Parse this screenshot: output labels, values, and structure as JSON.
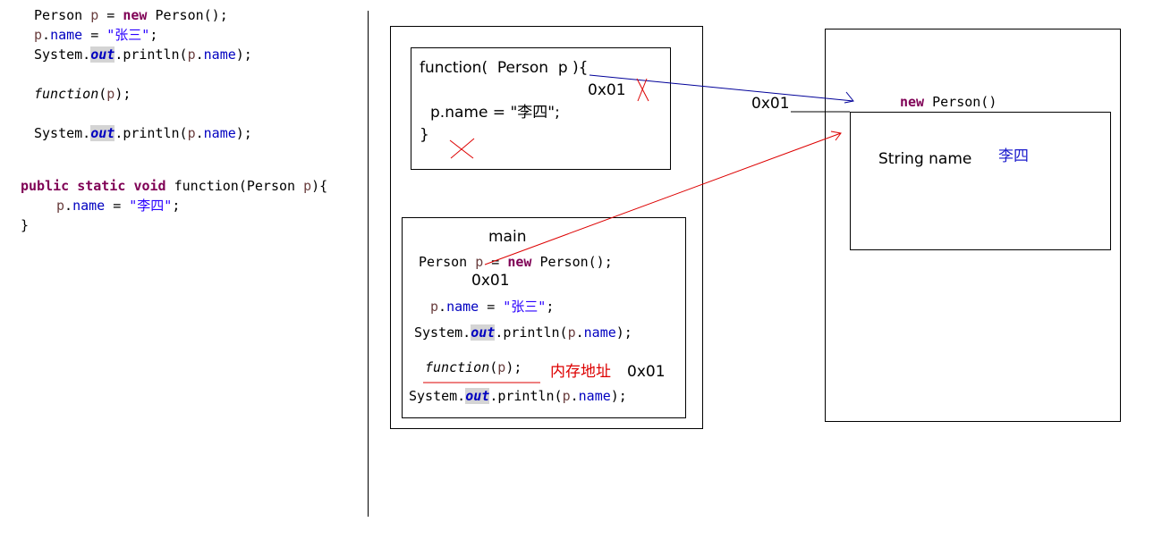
{
  "left_code": {
    "line1": {
      "type": "Person",
      "var": "p",
      "op": " = ",
      "kw_new": "new",
      "ctor": " Person();"
    },
    "line2": {
      "obj": "p",
      "dot": ".",
      "field": "name",
      "op": " = ",
      "str": "\"张三\"",
      "end": ";"
    },
    "line3": {
      "sys": "System.",
      "out": "out",
      "mid": ".println(",
      "obj": "p",
      "dot": ".",
      "field": "name",
      "end": ");"
    },
    "line4": {
      "func": "function",
      "open": "(",
      "arg": "p",
      "close": ");"
    },
    "line5": {
      "sys": "System.",
      "out": "out",
      "mid": ".println(",
      "obj": "p",
      "dot": ".",
      "field": "name",
      "end": ");"
    },
    "method_sig": {
      "kw1": "public",
      "kw2": "static",
      "kw3": "void",
      "rest": " function(Person ",
      "param": "p",
      "end": "){"
    },
    "method_body": {
      "obj": "p",
      "dot": ".",
      "field": "name",
      "op": " = ",
      "str": "\"李四\"",
      "end": ";"
    },
    "method_close": "}"
  },
  "stack": {
    "function_frame": {
      "signature": "function(  Person  p ){",
      "addr": "0x01",
      "body": "p.name = \"李四\";",
      "close": "}"
    },
    "main_frame": {
      "title": "main",
      "decl": {
        "type": "Person ",
        "var": "p",
        "op": " = ",
        "kw_new": "new",
        "ctor": " Person();"
      },
      "addr": "0x01",
      "assign": {
        "obj": "p",
        "dot": ".",
        "field": "name",
        "op": " = ",
        "str": "\"张三\"",
        "end": ";"
      },
      "print1": {
        "sys": "System.",
        "out": "out",
        "mid": ".println(",
        "obj": "p",
        "dot": ".",
        "field": "name",
        "end": ");"
      },
      "call": {
        "func": "function",
        "open": "(",
        "arg": "p",
        "close": ");"
      },
      "memory_label": "内存地址",
      "call_addr": "0x01",
      "print2": {
        "sys": "System.",
        "out": "out",
        "mid": ".println(",
        "obj": "p",
        "dot": ".",
        "field": "name",
        "end": ");"
      }
    }
  },
  "heap": {
    "addr": "0x01",
    "new_kw": "new",
    "new_rest": " Person()",
    "field_label": "String name",
    "field_value": "李四"
  },
  "colors": {
    "red": "#dd0000",
    "blue": "#000099",
    "value_blue": "#1a1acc"
  }
}
